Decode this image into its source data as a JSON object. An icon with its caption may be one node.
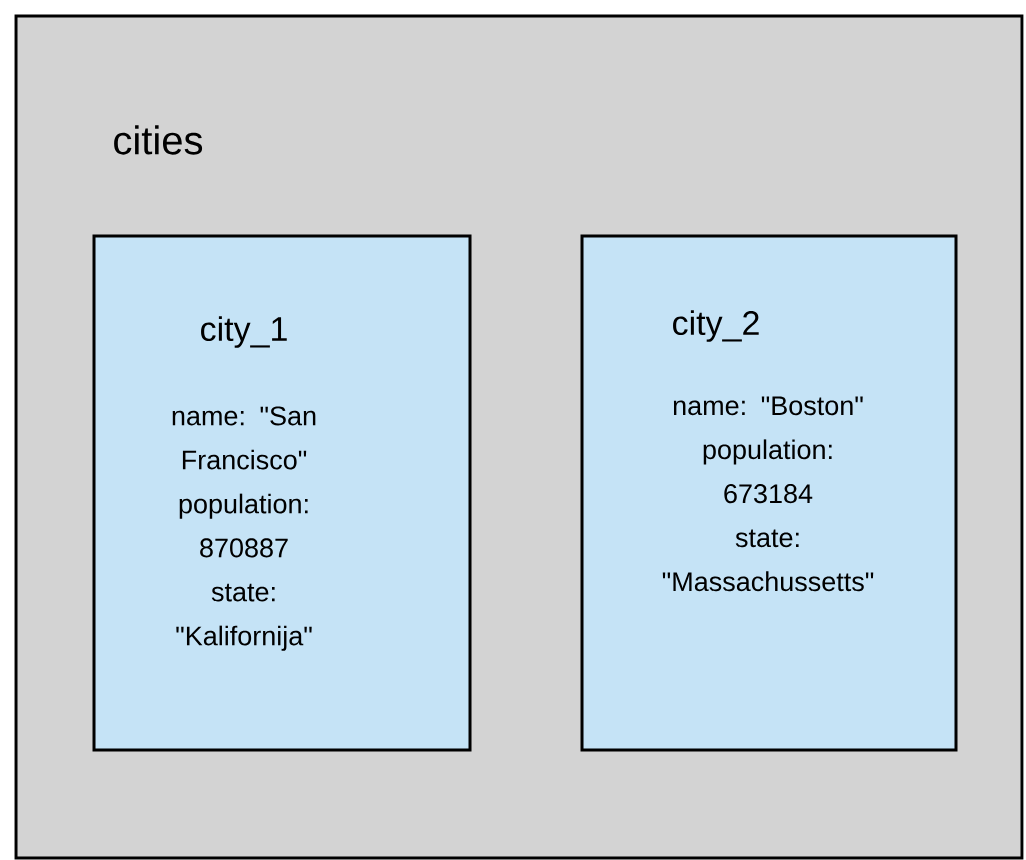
{
  "diagram": {
    "nodes": [
      {
        "text": [
          "cities"
        ]
      },
      {
        "text": [
          "city_1",
          "name: \"San Francisco\"",
          "population: 870887",
          "state: \"Kalifornija\""
        ],
        "in": 0
      },
      {
        "text": [
          "city_2",
          "name: \"Boston\"",
          "population: 673184",
          "state: \"Massachussetts\""
        ],
        "in": 0
      }
    ]
  }
}
